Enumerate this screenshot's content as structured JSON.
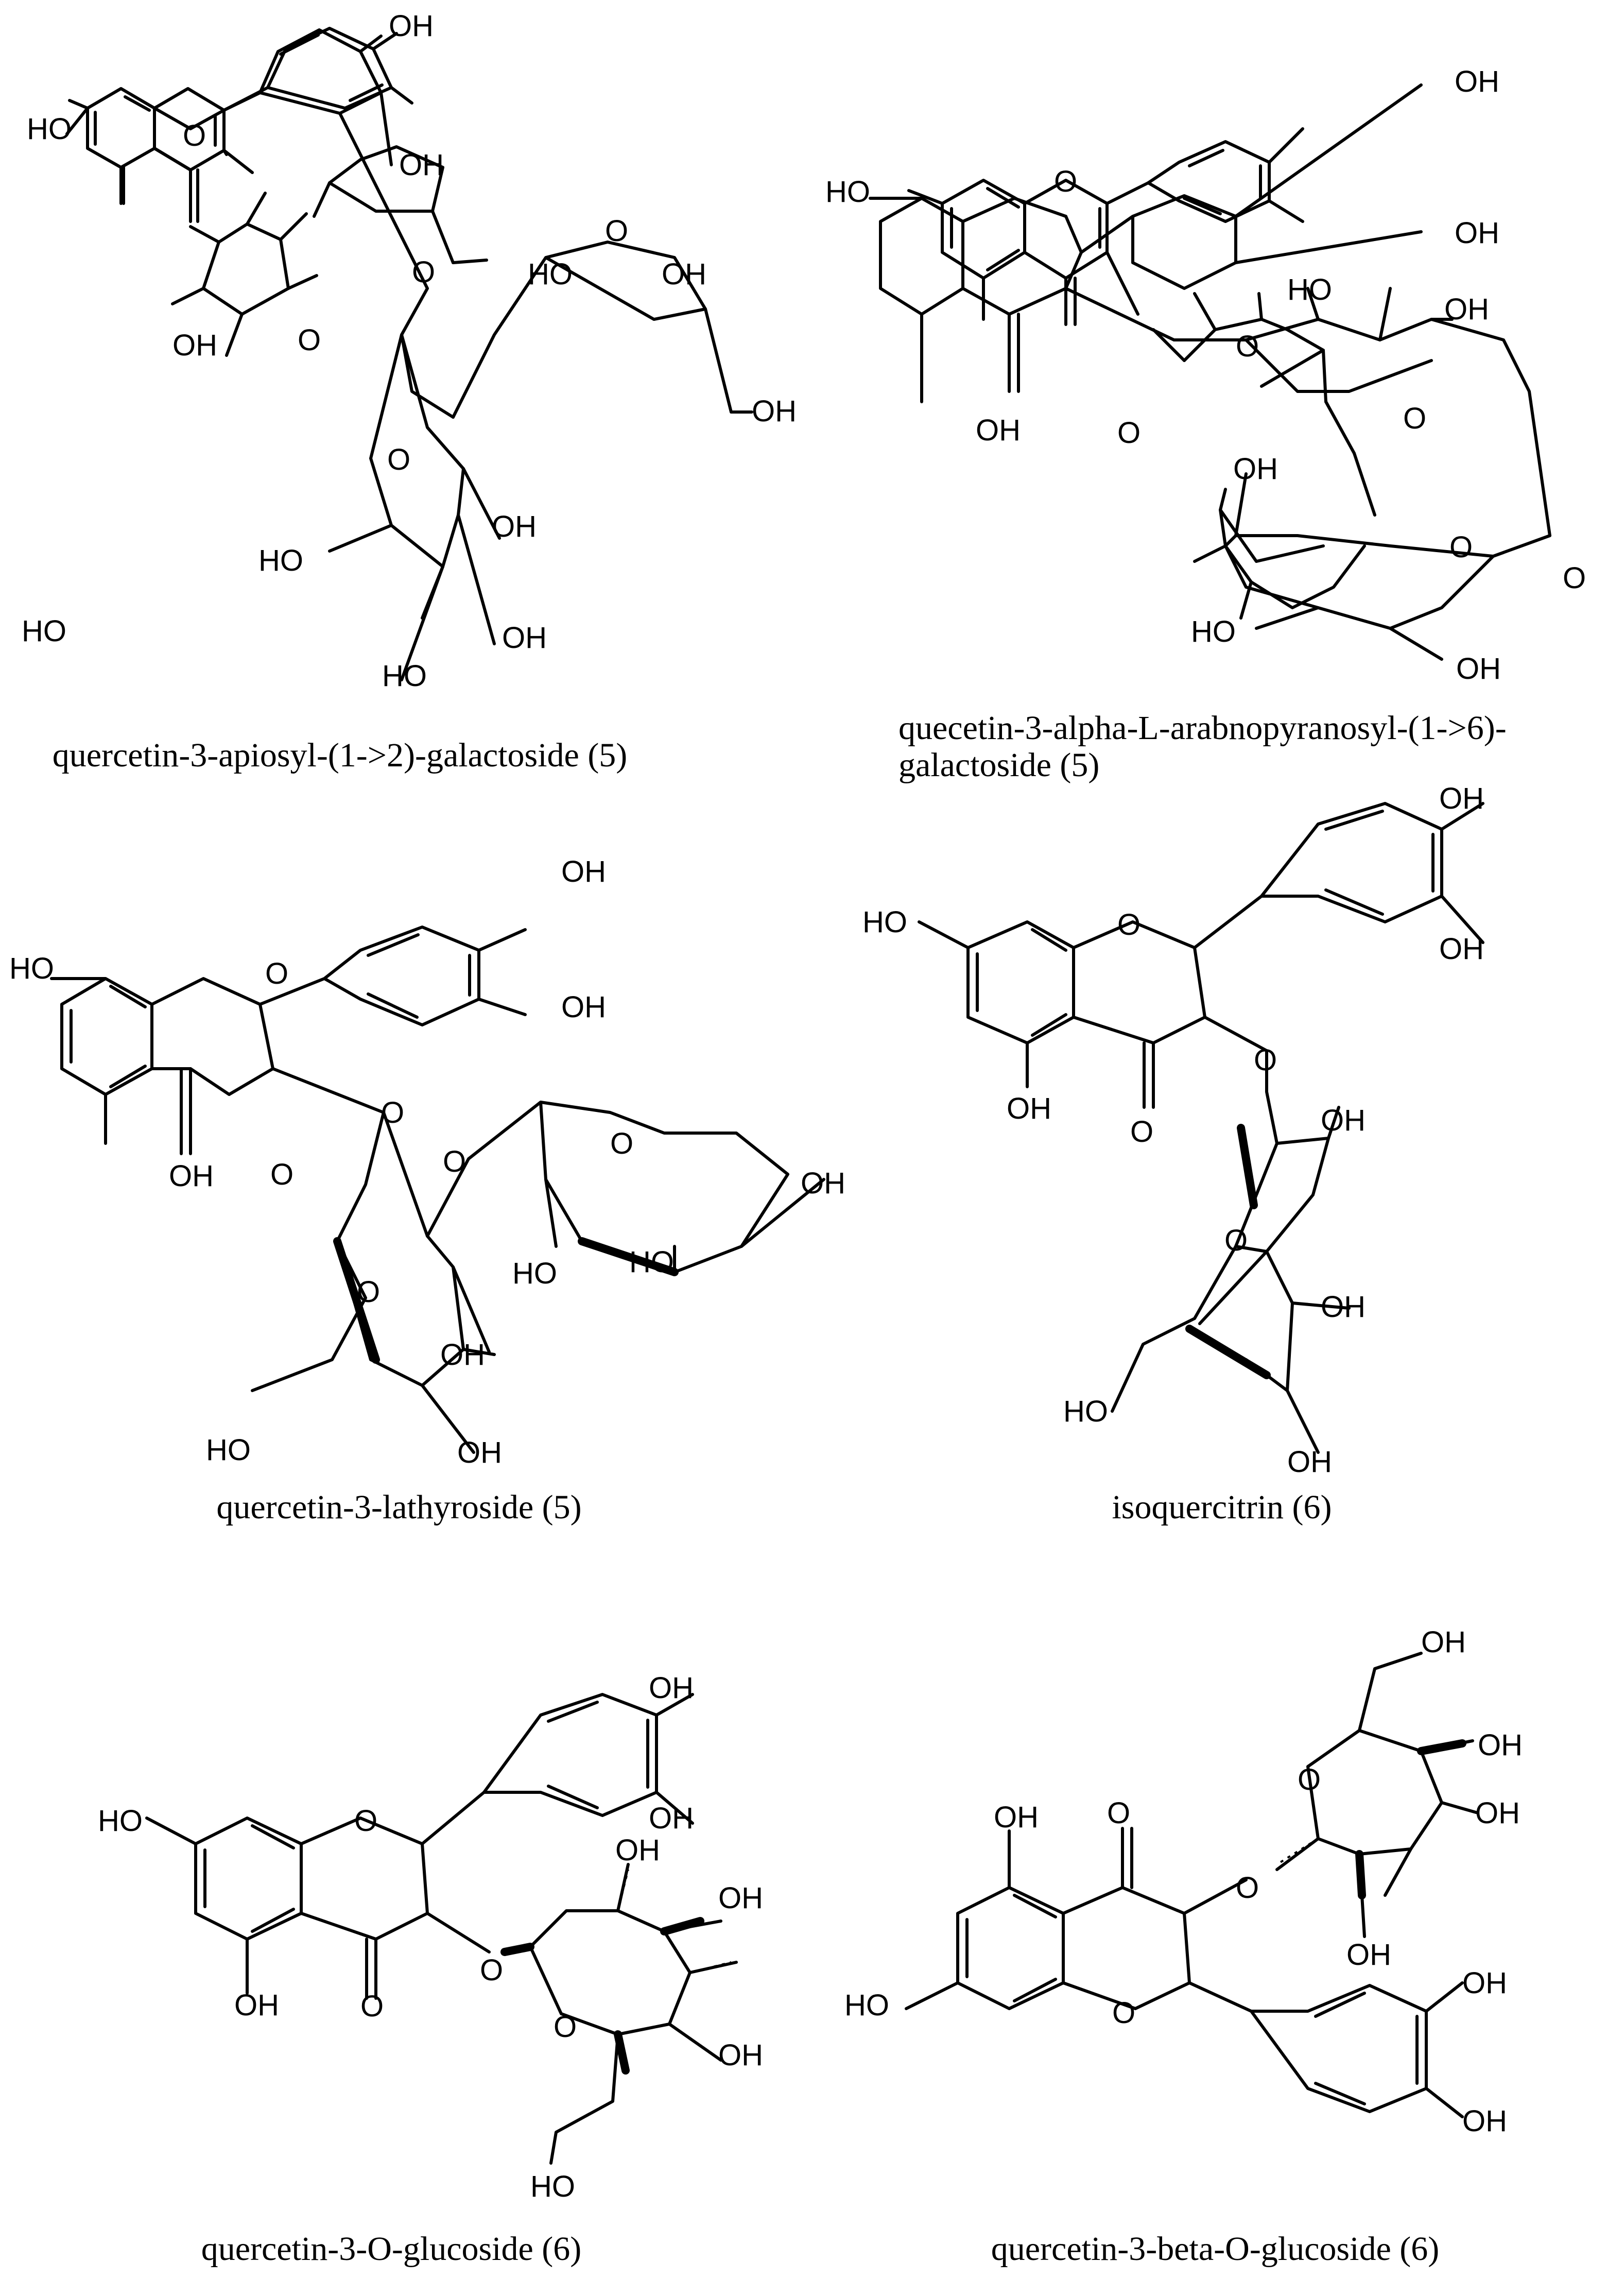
{
  "structures": [
    {
      "caption_lines": [
        "quercetin-3-apiosyl-(1->2)-galactoside (5)"
      ],
      "labels": [
        "HO",
        "O",
        "OH",
        "OH",
        "OH",
        "O",
        "O",
        "O",
        "HO",
        "OH",
        "OH",
        "O",
        "HO",
        "OH",
        "HO",
        "OH",
        "HO"
      ]
    },
    {
      "caption_lines": [
        "quecetin-3-alpha-L-arabnopyranosyl-(1->6)-",
        "galactoside (5)"
      ],
      "labels": [
        "HO",
        "O",
        "OH",
        "OH",
        "OH",
        "O",
        "O",
        "HO",
        "OH",
        "O",
        "OH",
        "O",
        "O",
        "HO",
        "OH"
      ]
    },
    {
      "caption_lines": [
        "quercetin-3-lathyroside (5)"
      ],
      "labels": [
        "HO",
        "O",
        "OH",
        "OH",
        "OH",
        "O",
        "O",
        "O",
        "O",
        "O",
        "HO",
        "HO",
        "OH",
        "OH",
        "HO",
        "OH"
      ]
    },
    {
      "caption_lines": [
        "isoquercitrin (6)"
      ],
      "labels": [
        "HO",
        "O",
        "OH",
        "OH",
        "OH",
        "O",
        "O",
        "O",
        "OH",
        "OH",
        "HO",
        "OH"
      ]
    },
    {
      "caption_lines": [
        "quercetin-3-O-glucoside (6)"
      ],
      "labels": [
        "HO",
        "O",
        "OH",
        "OH",
        "OH",
        "O",
        "O",
        "OH",
        "OH",
        "O",
        "OH",
        "HO"
      ]
    },
    {
      "caption_lines": [
        "quercetin-3-beta-O-glucoside (6)"
      ],
      "labels": [
        "OH",
        "O",
        "O",
        "HO",
        "O",
        "OH",
        "OH",
        "O",
        "OH",
        "OH",
        "OH",
        "OH"
      ]
    }
  ]
}
